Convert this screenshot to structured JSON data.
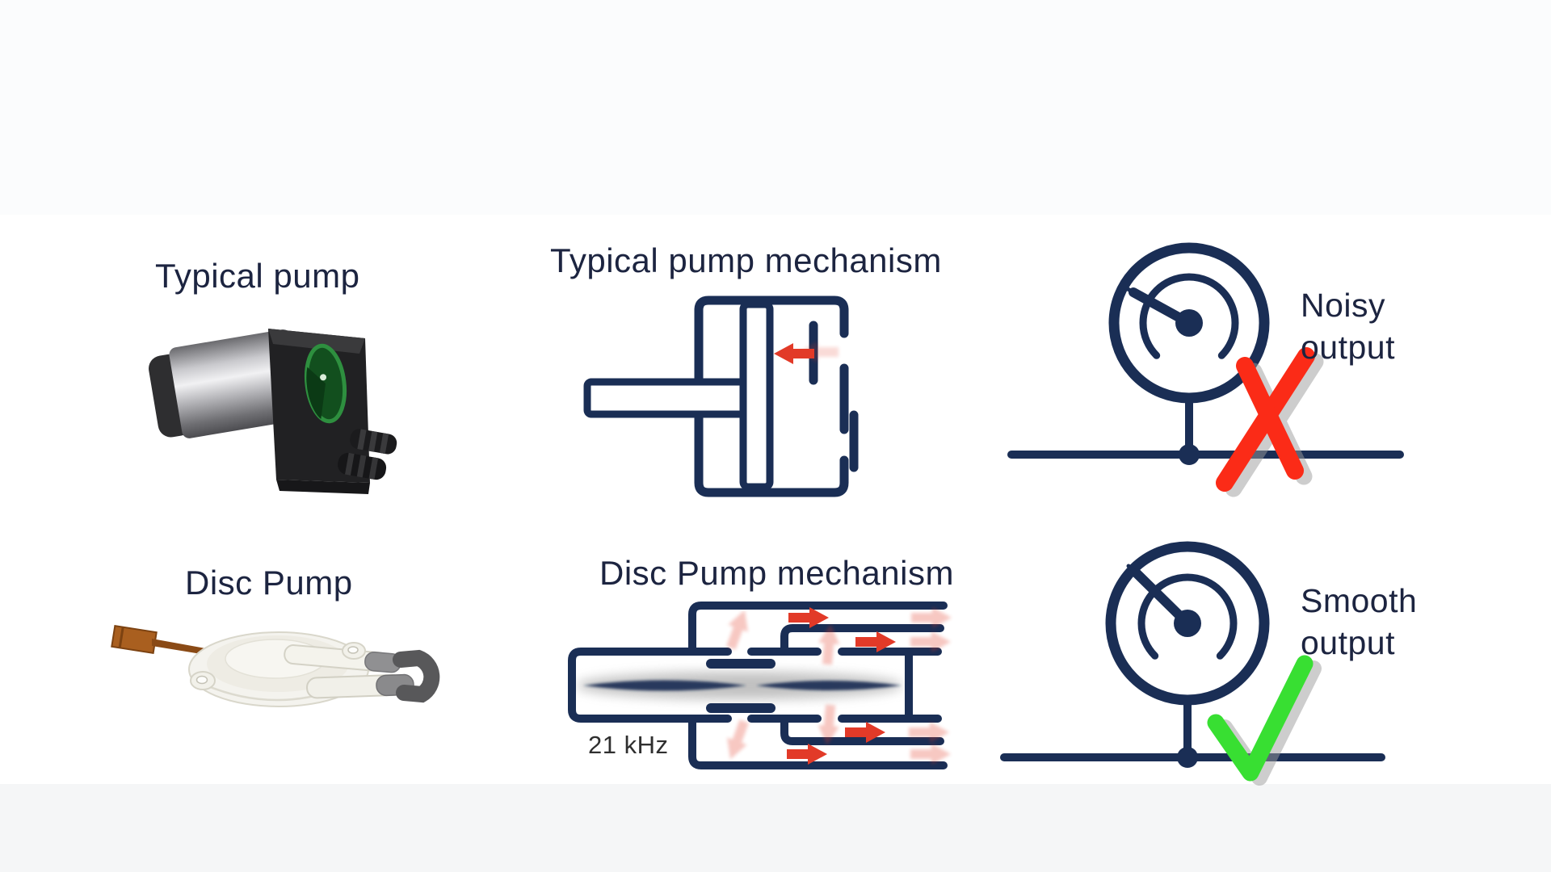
{
  "slide": {
    "top_row": {
      "pump_label": "Typical pump",
      "mechanism_title": "Typical pump mechanism",
      "output_word1": "Noisy",
      "output_word2": "output",
      "verdict_icon": "red-x-mark"
    },
    "bottom_row": {
      "pump_label": "Disc Pump",
      "mechanism_title": "Disc Pump mechanism",
      "frequency_label": "21 kHz",
      "output_word1": "Smooth",
      "output_word2": "output",
      "verdict_icon": "green-check-mark"
    },
    "icons": {
      "gauge": "pressure-gauge-icon",
      "flow": "red-flow-arrow-icon",
      "noisy": "x-mark-icon",
      "smooth": "check-mark-icon"
    }
  },
  "colors": {
    "line_navy": "#1a2e55",
    "text_navy": "#1c2440",
    "arrow_red": "#e23a28",
    "cross_red": "#fb2b17",
    "check_green": "#38df32",
    "shadow_gray": "#9c9c9c",
    "freq_gray": "#2f2f2f"
  }
}
